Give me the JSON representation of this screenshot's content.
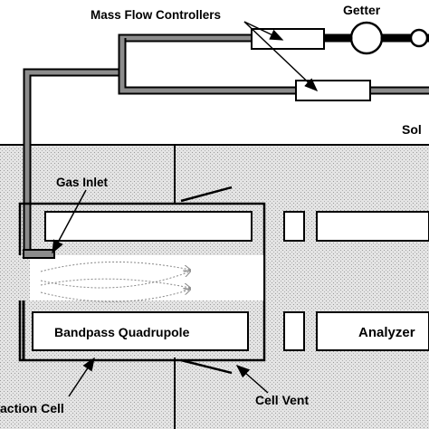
{
  "labels": {
    "mass_flow_controllers": "Mass Flow Controllers",
    "getter": "Getter",
    "source_partial": "Sol",
    "gas_inlet": "Gas Inlet",
    "bandpass_quadrupole": "Bandpass Quadrupole",
    "analyzer": "Analyzer",
    "reaction_cell_partial": "action Cell",
    "cell_vent": "Cell Vent"
  },
  "colors": {
    "background": "#ffffff",
    "chamber_fill": "#d9d9d9",
    "line": "#000000",
    "pipe_fill": "#8c8c8c"
  }
}
